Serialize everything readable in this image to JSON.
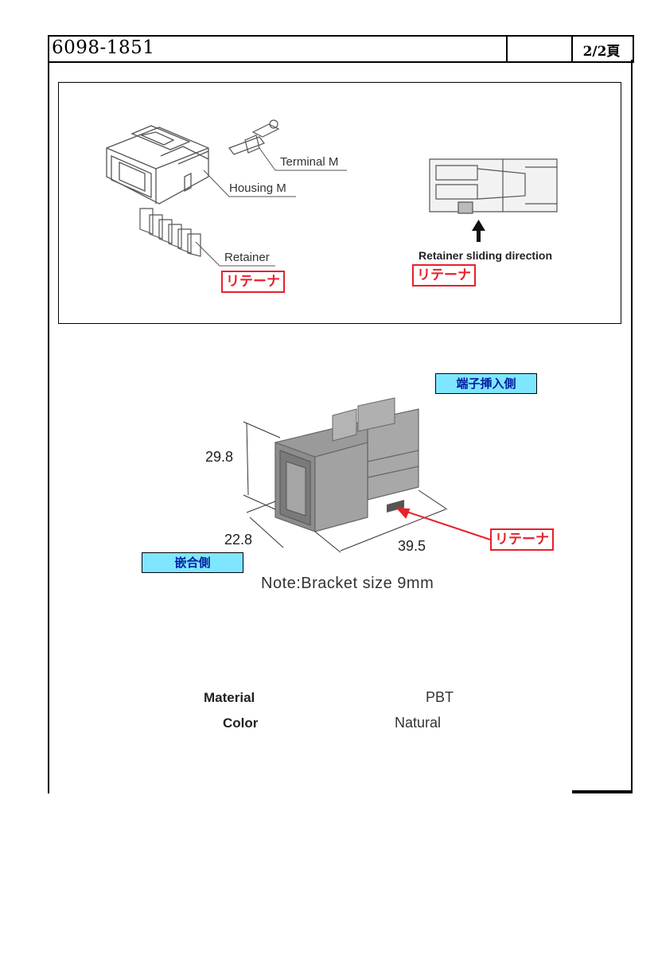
{
  "header": {
    "part_number": "6098-1851",
    "page": "2/2頁"
  },
  "exploded_view": {
    "terminal": "Terminal M",
    "housing": "Housing M",
    "retainer": "Retainer",
    "retainer_jp": "リテーナ"
  },
  "section_view": {
    "direction": "Retainer sliding direction",
    "retainer_jp": "リテーナ"
  },
  "product_view": {
    "terminal_side": "端子挿入側",
    "mating_side": "嵌合側",
    "retainer_jp": "リテーナ",
    "dim_height": "29.8",
    "dim_width": "22.8",
    "dim_length": "39.5",
    "note": "Note:Bracket size 9mm"
  },
  "specs": {
    "material_label": "Material",
    "material_value": "PBT",
    "color_label": "Color",
    "color_value": "Natural"
  },
  "colors": {
    "red": "#e8202a",
    "label_blue": "#7fe6ff",
    "housing_gray": "#9a9a9a"
  }
}
